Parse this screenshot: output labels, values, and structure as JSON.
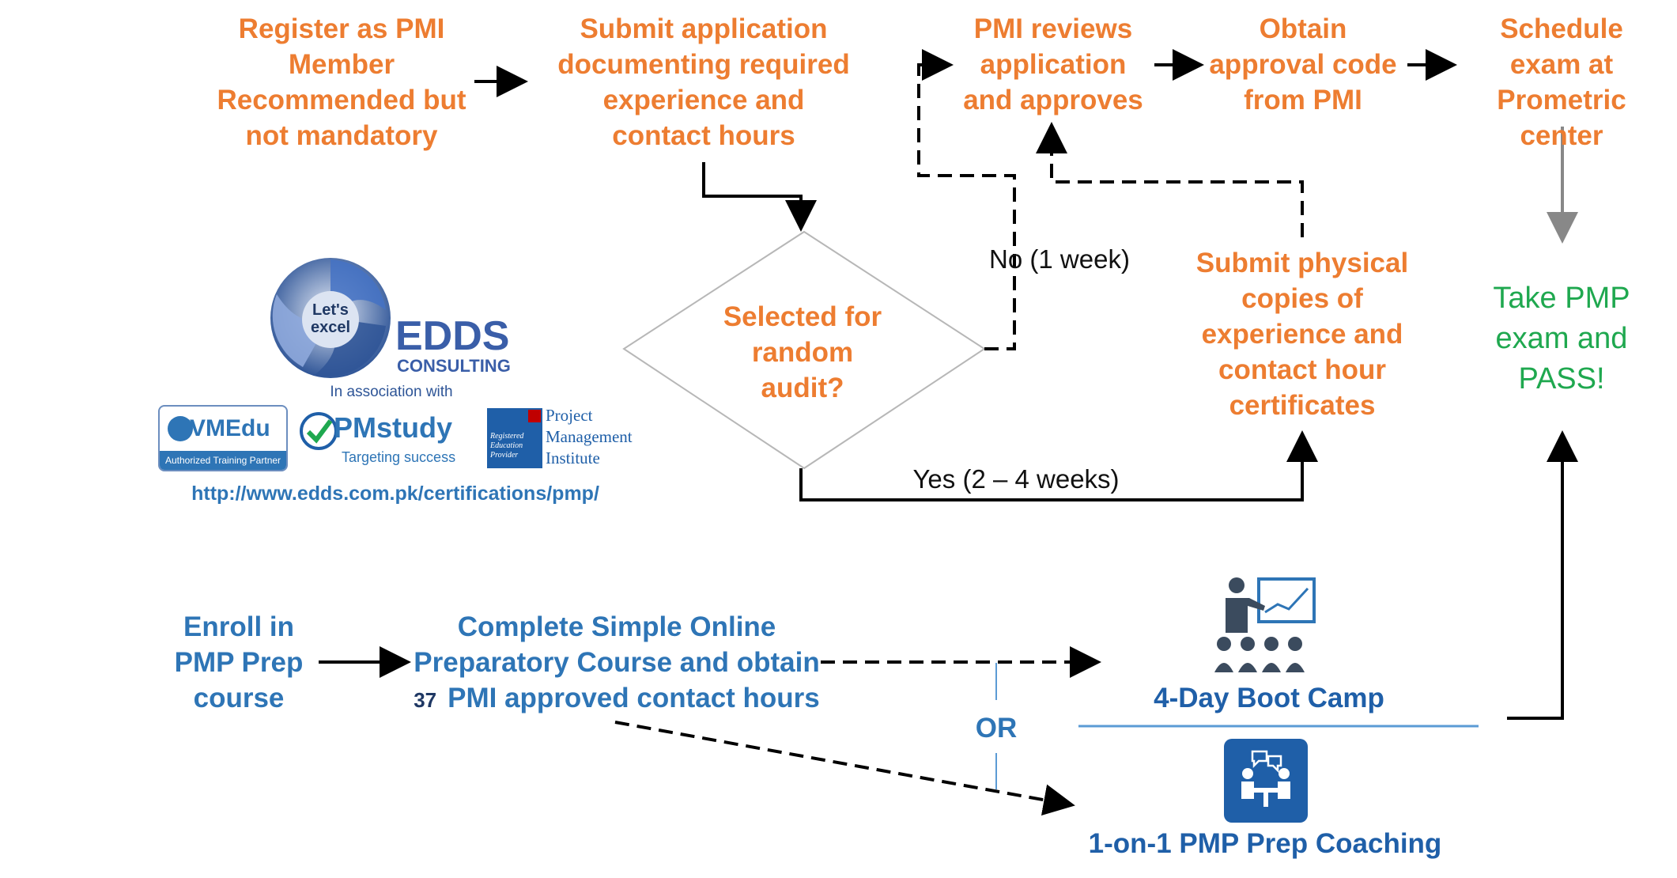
{
  "steps": {
    "register": "Register as PMI Member Recommended but not mandatory",
    "submit_app": "Submit application documenting required experience and contact hours",
    "pmi_reviews": "PMI reviews application and approves",
    "approval_code": "Obtain approval code from PMI",
    "schedule_exam": "Schedule exam at Prometric center",
    "audit_question": "Selected for random audit?",
    "submit_physical": "Submit physical copies of experience and contact hour certificates",
    "take_exam": "Take PMP exam and PASS!"
  },
  "labels": {
    "no_branch": "No (1 week)",
    "yes_branch": "Yes (2 – 4 weeks)",
    "or": "OR"
  },
  "prep": {
    "enroll": "Enroll in PMP Prep course",
    "complete_course_line1": "Complete Simple Online",
    "complete_course_line2": "Preparatory Course and obtain",
    "hours_number": "37",
    "hours_text": "PMI approved contact hours",
    "boot_camp": "4-Day Boot Camp",
    "coaching": "1-on-1 PMP Prep Coaching"
  },
  "branding": {
    "edds_logo_text_line1": "Let's",
    "edds_logo_text_line2": "excel",
    "edds_name": "EDDS",
    "edds_sub": "CONSULTING",
    "association": "In association with",
    "vmedu_name": "VMEdu",
    "vmedu_sub": "Authorized Training Partner",
    "pmstudy_name": "PMstudy",
    "pmstudy_sub": "Targeting success",
    "pmi_line1": "Project",
    "pmi_line2": "Management",
    "pmi_line3": "Institute",
    "pmi_badge1": "Registered",
    "pmi_badge2": "Education",
    "pmi_badge3": "Provider",
    "url": "http://www.edds.com.pk/certifications/pmp/"
  },
  "colors": {
    "orange": "#ED7D31",
    "blue": "#2E75B6",
    "green": "#1FA84F",
    "icon_dark": "#3B4B5E",
    "icon_blue": "#1F5FA8"
  }
}
